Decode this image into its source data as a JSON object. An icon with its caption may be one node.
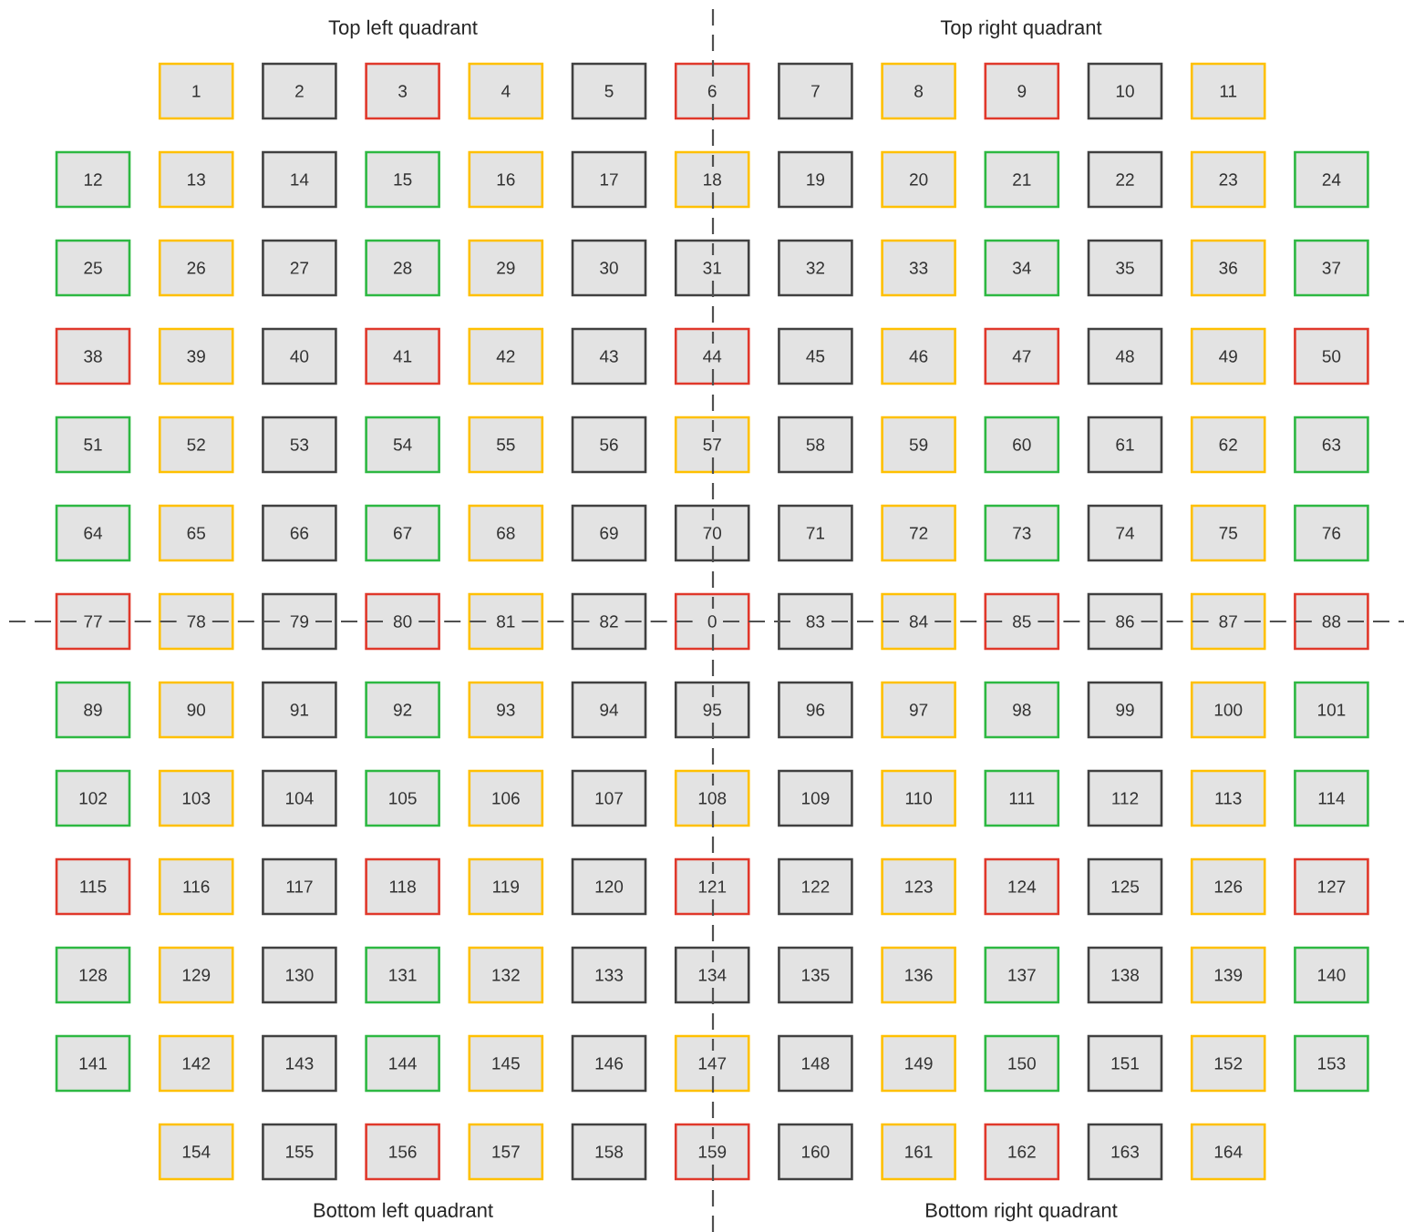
{
  "diagram": {
    "nodes": [
      {
        "text": [
          "1"
        ]
      },
      {
        "text": [
          "2"
        ]
      },
      {
        "text": [
          "3"
        ]
      },
      {
        "text": [
          "4"
        ]
      },
      {
        "text": [
          "5"
        ]
      },
      {
        "text": [
          "6"
        ]
      },
      {
        "text": [
          "7"
        ]
      },
      {
        "text": [
          "8"
        ]
      },
      {
        "text": [
          "9"
        ]
      },
      {
        "text": [
          "10"
        ]
      },
      {
        "text": [
          "11"
        ]
      },
      {
        "text": [
          "12"
        ]
      },
      {
        "text": [
          "13"
        ]
      },
      {
        "text": [
          "14"
        ]
      },
      {
        "text": [
          "15"
        ]
      },
      {
        "text": [
          "16"
        ]
      },
      {
        "text": [
          "17"
        ]
      },
      {
        "text": [
          "18"
        ]
      },
      {
        "text": [
          "19"
        ]
      },
      {
        "text": [
          "20"
        ]
      },
      {
        "text": [
          "21"
        ]
      },
      {
        "text": [
          "22"
        ]
      },
      {
        "text": [
          "23"
        ]
      },
      {
        "text": [
          "24"
        ]
      },
      {
        "text": [
          "25"
        ]
      },
      {
        "text": [
          "26"
        ]
      },
      {
        "text": [
          "27"
        ]
      },
      {
        "text": [
          "28"
        ]
      },
      {
        "text": [
          "29"
        ]
      },
      {
        "text": [
          "30"
        ]
      },
      {
        "text": [
          "31"
        ]
      },
      {
        "text": [
          "32"
        ]
      },
      {
        "text": [
          "33"
        ]
      },
      {
        "text": [
          "34"
        ]
      },
      {
        "text": [
          "35"
        ]
      },
      {
        "text": [
          "36"
        ]
      },
      {
        "text": [
          "37"
        ]
      },
      {
        "text": [
          "38"
        ]
      },
      {
        "text": [
          "39"
        ]
      },
      {
        "text": [
          "40"
        ]
      },
      {
        "text": [
          "41"
        ]
      },
      {
        "text": [
          "42"
        ]
      },
      {
        "text": [
          "43"
        ]
      },
      {
        "text": [
          "44"
        ]
      },
      {
        "text": [
          "45"
        ]
      },
      {
        "text": [
          "46"
        ]
      },
      {
        "text": [
          "47"
        ]
      },
      {
        "text": [
          "48"
        ]
      },
      {
        "text": [
          "49"
        ]
      },
      {
        "text": [
          "50"
        ]
      },
      {
        "text": [
          "51"
        ]
      },
      {
        "text": [
          "52"
        ]
      },
      {
        "text": [
          "53"
        ]
      },
      {
        "text": [
          "54"
        ]
      },
      {
        "text": [
          "55"
        ]
      },
      {
        "text": [
          "56"
        ]
      },
      {
        "text": [
          "57"
        ]
      },
      {
        "text": [
          "58"
        ]
      },
      {
        "text": [
          "59"
        ]
      },
      {
        "text": [
          "60"
        ]
      },
      {
        "text": [
          "61"
        ]
      },
      {
        "text": [
          "62"
        ]
      },
      {
        "text": [
          "63"
        ]
      },
      {
        "text": [
          "64"
        ]
      },
      {
        "text": [
          "65"
        ]
      },
      {
        "text": [
          "66"
        ]
      },
      {
        "text": [
          "67"
        ]
      },
      {
        "text": [
          "68"
        ]
      },
      {
        "text": [
          "69"
        ]
      },
      {
        "text": [
          "70"
        ]
      },
      {
        "text": [
          "71"
        ]
      },
      {
        "text": [
          "72"
        ]
      },
      {
        "text": [
          "73"
        ]
      },
      {
        "text": [
          "74"
        ]
      },
      {
        "text": [
          "75"
        ]
      },
      {
        "text": [
          "76"
        ]
      },
      {
        "text": [
          "77"
        ]
      },
      {
        "text": [
          "78"
        ]
      },
      {
        "text": [
          "79"
        ]
      },
      {
        "text": [
          "80"
        ]
      },
      {
        "text": [
          "81"
        ]
      },
      {
        "text": [
          "82"
        ]
      },
      {
        "text": [
          "0"
        ]
      },
      {
        "text": [
          "83"
        ]
      },
      {
        "text": [
          "84"
        ]
      },
      {
        "text": [
          "85"
        ]
      },
      {
        "text": [
          "86"
        ]
      },
      {
        "text": [
          "87"
        ]
      },
      {
        "text": [
          "88"
        ]
      },
      {
        "text": [
          "89"
        ]
      },
      {
        "text": [
          "90"
        ]
      },
      {
        "text": [
          "91"
        ]
      },
      {
        "text": [
          "92"
        ]
      },
      {
        "text": [
          "93"
        ]
      },
      {
        "text": [
          "94"
        ]
      },
      {
        "text": [
          "95"
        ]
      },
      {
        "text": [
          "96"
        ]
      },
      {
        "text": [
          "97"
        ]
      },
      {
        "text": [
          "98"
        ]
      },
      {
        "text": [
          "99"
        ]
      },
      {
        "text": [
          "100"
        ]
      },
      {
        "text": [
          "101"
        ]
      },
      {
        "text": [
          "102"
        ]
      },
      {
        "text": [
          "103"
        ]
      },
      {
        "text": [
          "104"
        ]
      },
      {
        "text": [
          "105"
        ]
      },
      {
        "text": [
          "106"
        ]
      },
      {
        "text": [
          "107"
        ]
      },
      {
        "text": [
          "108"
        ]
      },
      {
        "text": [
          "109"
        ]
      },
      {
        "text": [
          "110"
        ]
      },
      {
        "text": [
          "111"
        ]
      },
      {
        "text": [
          "112"
        ]
      },
      {
        "text": [
          "113"
        ]
      },
      {
        "text": [
          "114"
        ]
      },
      {
        "text": [
          "115"
        ]
      },
      {
        "text": [
          "116"
        ]
      },
      {
        "text": [
          "117"
        ]
      },
      {
        "text": [
          "118"
        ]
      },
      {
        "text": [
          "119"
        ]
      },
      {
        "text": [
          "120"
        ]
      },
      {
        "text": [
          "121"
        ]
      },
      {
        "text": [
          "122"
        ]
      },
      {
        "text": [
          "123"
        ]
      },
      {
        "text": [
          "124"
        ]
      },
      {
        "text": [
          "125"
        ]
      },
      {
        "text": [
          "126"
        ]
      },
      {
        "text": [
          "127"
        ]
      },
      {
        "text": [
          "128"
        ]
      },
      {
        "text": [
          "129"
        ]
      },
      {
        "text": [
          "130"
        ]
      },
      {
        "text": [
          "131"
        ]
      },
      {
        "text": [
          "132"
        ]
      },
      {
        "text": [
          "133"
        ]
      },
      {
        "text": [
          "134"
        ]
      },
      {
        "text": [
          "135"
        ]
      },
      {
        "text": [
          "136"
        ]
      },
      {
        "text": [
          "137"
        ]
      },
      {
        "text": [
          "138"
        ]
      },
      {
        "text": [
          "139"
        ]
      },
      {
        "text": [
          "140"
        ]
      },
      {
        "text": [
          "141"
        ]
      },
      {
        "text": [
          "142"
        ]
      },
      {
        "text": [
          "143"
        ]
      },
      {
        "text": [
          "144"
        ]
      },
      {
        "text": [
          "145"
        ]
      },
      {
        "text": [
          "146"
        ]
      },
      {
        "text": [
          "147"
        ]
      },
      {
        "text": [
          "148"
        ]
      },
      {
        "text": [
          "149"
        ]
      },
      {
        "text": [
          "150"
        ]
      },
      {
        "text": [
          "151"
        ]
      },
      {
        "text": [
          "152"
        ]
      },
      {
        "text": [
          "153"
        ]
      },
      {
        "text": [
          "154"
        ]
      },
      {
        "text": [
          "155"
        ]
      },
      {
        "text": [
          "156"
        ]
      },
      {
        "text": [
          "157"
        ]
      },
      {
        "text": [
          "158"
        ]
      },
      {
        "text": [
          "159"
        ]
      },
      {
        "text": [
          "160"
        ]
      },
      {
        "text": [
          "161"
        ]
      },
      {
        "text": [
          "162"
        ]
      },
      {
        "text": [
          "163"
        ]
      },
      {
        "text": [
          "164"
        ]
      }
    ],
    "labels": [
      "Top left quadrant",
      "Top right quadrant",
      "Bottom left quadrant",
      "Bottom right quadrant"
    ]
  }
}
